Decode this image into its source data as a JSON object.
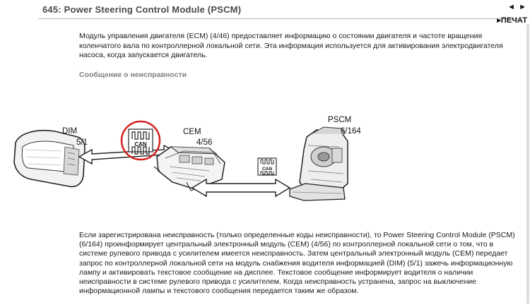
{
  "header": {
    "title": "645: Power Steering Control Module (PSCM)",
    "prev_arrow": "◄",
    "next_arrow": "►",
    "print_label": "ПЕЧАТ"
  },
  "intro": "Модуль управления двигателя (ECM) (4/46) предоставляет информацию о состоянии двигателя и частоте вращения коленчатого вала по контроллерной локальной сети. Эта информация используется для активирования электродвигателя насоса, когда запускается двигатель.",
  "section_title": "Сообщение о неисправности",
  "diagram": {
    "dim_name": "DIM",
    "dim_code": "5/1",
    "cem_name": "CEM",
    "cem_code": "4/56",
    "pscm_name": "PSCM",
    "pscm_code": "6/164",
    "can_label": "CAN",
    "highlight_color": "#d42020"
  },
  "body": "Если зарегистрирована неисправность (только определенные коды неисправности), то Power Steering Control Module (PSCM) (6/164) проинформирует центральный электронный модуль (CEM) (4/56) по контроллерной локальной сети о том, что в системе рулевого привода с усилителем имеется неисправность. Затем центральный электронный модуль (CEM) передает запрос по контроллерной локальной сети на модуль снабжения водителя информацией (DIM) (5/1) зажечь информационную лампу и активировать текстовое сообщение на дисплее. Текстовое сообщение информирует водителя о наличии неисправности в системе рулевого привода с усилителем. Когда неисправность устранена, запрос на выключение информационной лампы и текстового сообщения передается таким же образом."
}
